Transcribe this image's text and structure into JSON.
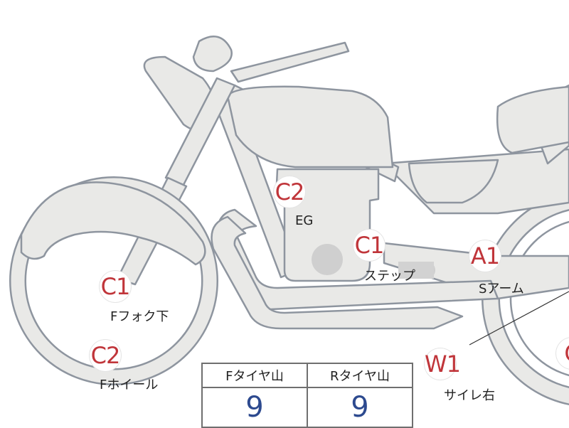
{
  "parts": [
    {
      "id": "fork",
      "code": "C1",
      "label": "Fフォク下"
    },
    {
      "id": "wheel",
      "code": "C2",
      "label": "Fホイール"
    },
    {
      "id": "engine",
      "code": "C2",
      "label": "EG"
    },
    {
      "id": "step",
      "code": "C1",
      "label": "ステップ"
    },
    {
      "id": "swingarm",
      "code": "A1",
      "label": "Sアーム"
    },
    {
      "id": "muffler",
      "code": "W1",
      "label": "サイレ右"
    },
    {
      "id": "edge",
      "code": "C"
    }
  ],
  "tires": {
    "front_label": "Fタイヤ山",
    "front_value": "9",
    "rear_label": "Rタイヤ山",
    "rear_value": "9"
  }
}
